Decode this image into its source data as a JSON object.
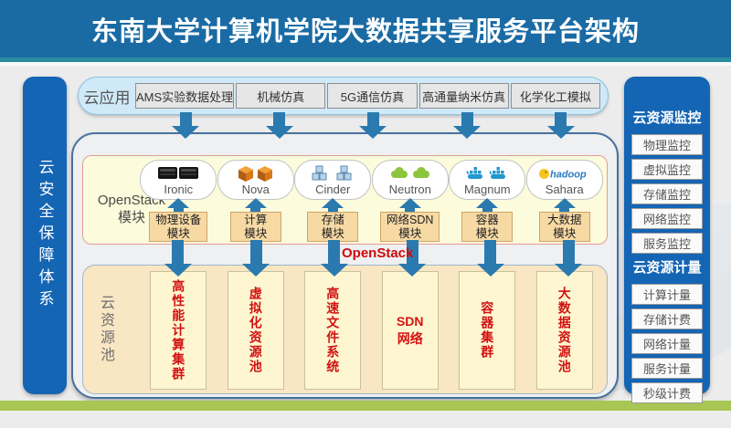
{
  "title": "东南大学计算机学院大数据共享服务平台架构",
  "left_bar": {
    "label": "云安全保障体系"
  },
  "cloud_apps": {
    "label": "云应用",
    "items": [
      "AMS实验数据处理",
      "机械仿真",
      "5G通信仿真",
      "高通量纳米仿真",
      "化学化工模拟"
    ]
  },
  "openstack": {
    "label_line1": "OpenStack",
    "label_line2": "模块",
    "red_label": "OpenStack",
    "services": [
      {
        "name": "Ironic"
      },
      {
        "name": "Nova"
      },
      {
        "name": "Cinder"
      },
      {
        "name": "Neutron"
      },
      {
        "name": "Magnum"
      },
      {
        "name": "Sahara"
      }
    ],
    "hadoop_text": "hadoop",
    "modules": [
      {
        "line1": "物理设备",
        "line2": "模块"
      },
      {
        "line1": "计算",
        "line2": "模块"
      },
      {
        "line1": "存储",
        "line2": "模块"
      },
      {
        "line1": "网络SDN",
        "line2": "模块"
      },
      {
        "line1": "容器",
        "line2": "模块"
      },
      {
        "line1": "大数据",
        "line2": "模块"
      }
    ]
  },
  "resource_pool": {
    "label": "云资源池",
    "columns": [
      "高性能计算集群",
      "虚拟化资源池",
      "高速文件系统",
      "SDN网络",
      "容器集群",
      "大数据资源池"
    ],
    "sdn": {
      "line1": "SDN",
      "line2": "网络"
    }
  },
  "right_panel": {
    "monitoring": {
      "title": "云资源监控",
      "items": [
        "物理监控",
        "虚拟监控",
        "存储监控",
        "网络监控",
        "服务监控"
      ]
    },
    "metering": {
      "title": "云资源计量",
      "items": [
        "计算计量",
        "存储计费",
        "网络计量",
        "服务计量",
        "秒级计费"
      ]
    }
  },
  "colors": {
    "banner": "#1a6ba4",
    "teal_strip": "#2a8b9f",
    "side_bar_blue": "#1465b4",
    "green_strip": "#a7c653",
    "arrow_blue": "#2a7ab0",
    "openstack_bg": "#fcfbdc",
    "module_tan": "#f7d9a4",
    "pool_bg": "#f9e6c2",
    "pool_col_bg": "#fdf6d0",
    "red_text": "#cf0a0a"
  }
}
